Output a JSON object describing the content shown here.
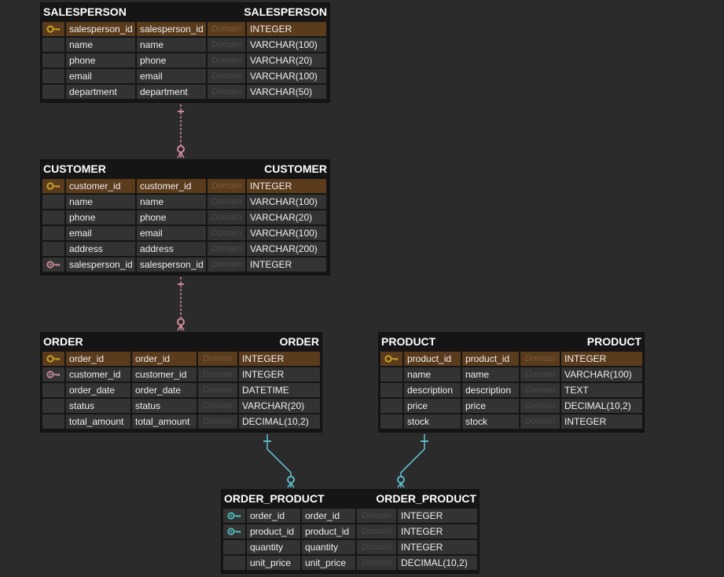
{
  "colors": {
    "background": "#2b2b2b",
    "pk_row": "#5a3b1c",
    "gold_key": "#c9a227",
    "pink_key": "#c48a95",
    "teal_key": "#4fb8b8",
    "pink_connector": "#d08a9c",
    "teal_connector": "#5fb8c8"
  },
  "entities": {
    "salesperson": {
      "title": "SALESPERSON",
      "table": "SALESPERSON",
      "rows": [
        {
          "icon": "primary-key-icon",
          "logical": "salesperson_id",
          "physical": "salesperson_id",
          "domain": "Domain",
          "type": "INTEGER"
        },
        {
          "icon": "",
          "logical": "name",
          "physical": "name",
          "domain": "Domain",
          "type": "VARCHAR(100)"
        },
        {
          "icon": "",
          "logical": "phone",
          "physical": "phone",
          "domain": "Domain",
          "type": "VARCHAR(20)"
        },
        {
          "icon": "",
          "logical": "email",
          "physical": "email",
          "domain": "Domain",
          "type": "VARCHAR(100)"
        },
        {
          "icon": "",
          "logical": "department",
          "physical": "department",
          "domain": "Domain",
          "type": "VARCHAR(50)"
        }
      ]
    },
    "customer": {
      "title": "CUSTOMER",
      "table": "CUSTOMER",
      "rows": [
        {
          "icon": "primary-key-icon",
          "logical": "customer_id",
          "physical": "customer_id",
          "domain": "Domain",
          "type": "INTEGER"
        },
        {
          "icon": "",
          "logical": "name",
          "physical": "name",
          "domain": "Domain",
          "type": "VARCHAR(100)"
        },
        {
          "icon": "",
          "logical": "phone",
          "physical": "phone",
          "domain": "Domain",
          "type": "VARCHAR(20)"
        },
        {
          "icon": "",
          "logical": "email",
          "physical": "email",
          "domain": "Domain",
          "type": "VARCHAR(100)"
        },
        {
          "icon": "",
          "logical": "address",
          "physical": "address",
          "domain": "Domain",
          "type": "VARCHAR(200)"
        },
        {
          "icon": "foreign-key-icon",
          "logical": "salesperson_id",
          "physical": "salesperson_id",
          "domain": "Domain",
          "type": "INTEGER"
        }
      ]
    },
    "order": {
      "title": "ORDER",
      "table": "ORDER",
      "rows": [
        {
          "icon": "primary-key-icon",
          "logical": "order_id",
          "physical": "order_id",
          "domain": "Domain",
          "type": "INTEGER"
        },
        {
          "icon": "foreign-key-icon",
          "logical": "customer_id",
          "physical": "customer_id",
          "domain": "Domain",
          "type": "INTEGER"
        },
        {
          "icon": "",
          "logical": "order_date",
          "physical": "order_date",
          "domain": "Domain",
          "type": "DATETIME"
        },
        {
          "icon": "",
          "logical": "status",
          "physical": "status",
          "domain": "Domain",
          "type": "VARCHAR(20)"
        },
        {
          "icon": "",
          "logical": "total_amount",
          "physical": "total_amount",
          "domain": "Domain",
          "type": "DECIMAL(10,2)"
        }
      ]
    },
    "product": {
      "title": "PRODUCT",
      "table": "PRODUCT",
      "rows": [
        {
          "icon": "primary-key-icon",
          "logical": "product_id",
          "physical": "product_id",
          "domain": "Domain",
          "type": "INTEGER"
        },
        {
          "icon": "",
          "logical": "name",
          "physical": "name",
          "domain": "Domain",
          "type": "VARCHAR(100)"
        },
        {
          "icon": "",
          "logical": "description",
          "physical": "description",
          "domain": "Domain",
          "type": "TEXT"
        },
        {
          "icon": "",
          "logical": "price",
          "physical": "price",
          "domain": "Domain",
          "type": "DECIMAL(10,2)"
        },
        {
          "icon": "",
          "logical": "stock",
          "physical": "stock",
          "domain": "Domain",
          "type": "INTEGER"
        }
      ]
    },
    "order_product": {
      "title": "ORDER_PRODUCT",
      "table": "ORDER_PRODUCT",
      "rows": [
        {
          "icon": "primary-foreign-key-icon",
          "logical": "order_id",
          "physical": "order_id",
          "domain": "Domain",
          "type": "INTEGER"
        },
        {
          "icon": "primary-foreign-key-icon",
          "logical": "product_id",
          "physical": "product_id",
          "domain": "Domain",
          "type": "INTEGER"
        },
        {
          "icon": "",
          "logical": "quantity",
          "physical": "quantity",
          "domain": "Domain",
          "type": "INTEGER"
        },
        {
          "icon": "",
          "logical": "unit_price",
          "physical": "unit_price",
          "domain": "Domain",
          "type": "DECIMAL(10,2)"
        }
      ]
    }
  },
  "relationships": [
    {
      "from": "SALESPERSON",
      "to": "CUSTOMER",
      "style": "non-identifying",
      "color": "#d08a9c"
    },
    {
      "from": "CUSTOMER",
      "to": "ORDER",
      "style": "non-identifying",
      "color": "#d08a9c"
    },
    {
      "from": "ORDER",
      "to": "ORDER_PRODUCT",
      "style": "identifying",
      "color": "#5fb8c8"
    },
    {
      "from": "PRODUCT",
      "to": "ORDER_PRODUCT",
      "style": "identifying",
      "color": "#5fb8c8"
    }
  ]
}
